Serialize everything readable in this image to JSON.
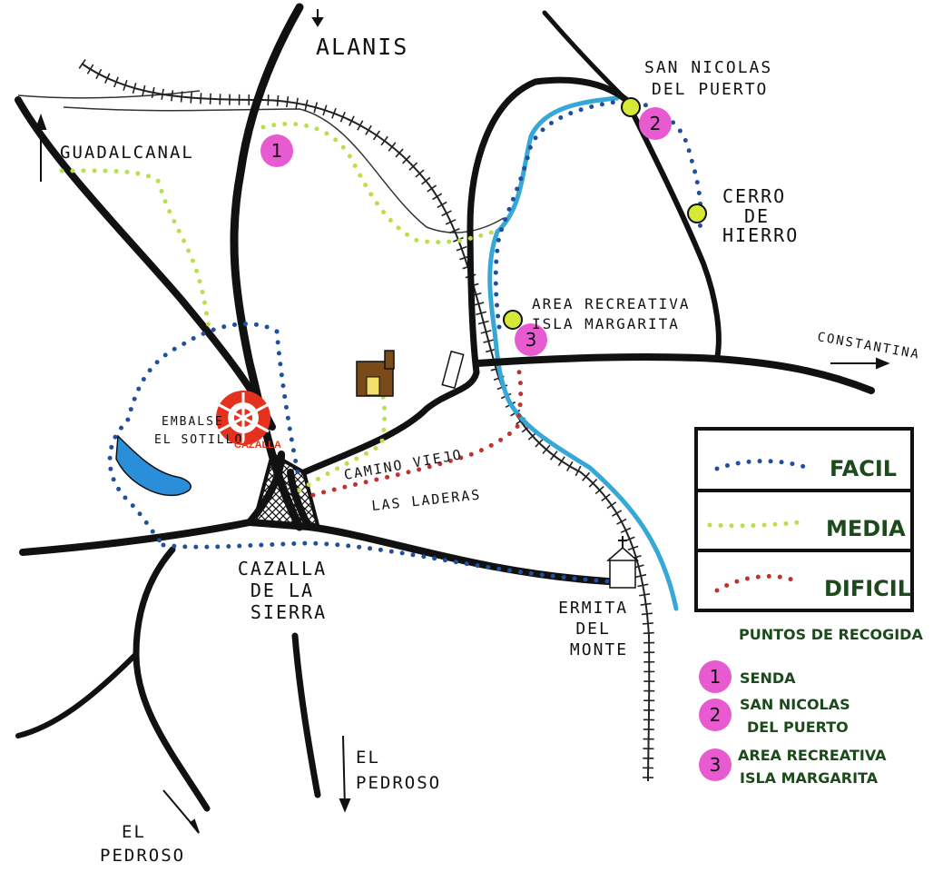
{
  "places": {
    "alanis": "ALANIS",
    "guadalcanal": "GUADALCANAL",
    "san_nicolas": [
      "SAN NICOLAS",
      "DEL PUERTO"
    ],
    "cerro": [
      "CERRO",
      "DE",
      "HIERRO"
    ],
    "area": [
      "AREA RECREATIVA",
      "ISLA MARGARITA"
    ],
    "constantina": "CONSTANTINA",
    "embalse": [
      "EMBALSE",
      "EL SOTILLO"
    ],
    "cazalla_logo": "CAZALLA",
    "camino_viejo": "CAMINO VIEJO",
    "las_laderas": "LAS LADERAS",
    "cazalla_town": [
      "CAZALLA",
      "DE LA",
      "SIERRA"
    ],
    "ermita": [
      "ERMITA",
      "DEL",
      "MONTE"
    ],
    "pedroso_center": [
      "EL",
      "PEDROSO"
    ],
    "pedroso_left": [
      "EL",
      "PEDROSO"
    ]
  },
  "map_markers": [
    "1",
    "2",
    "3"
  ],
  "legend": {
    "levels": [
      {
        "label": "FACIL",
        "color": "#1f4f9e"
      },
      {
        "label": "MEDIA",
        "color": "#b8e04a"
      },
      {
        "label": "DIFICIL",
        "color": "#c0322c"
      }
    ],
    "pickup_title": "PUNTOS DE RECOGIDA",
    "pickup_points": [
      {
        "num": "1",
        "lines": [
          "SENDA"
        ]
      },
      {
        "num": "2",
        "lines": [
          "SAN NICOLAS",
          "DEL PUERTO"
        ]
      },
      {
        "num": "3",
        "lines": [
          "AREA RECREATIVA",
          "ISLA MARGARITA"
        ]
      }
    ]
  },
  "colors": {
    "road": "#111111",
    "river": "#35a8d8",
    "facil": "#1f4f9e",
    "media": "#b8e04a",
    "dificil": "#c0322c",
    "marker": "#e85ad0",
    "legend_text": "#1c4a1c"
  }
}
